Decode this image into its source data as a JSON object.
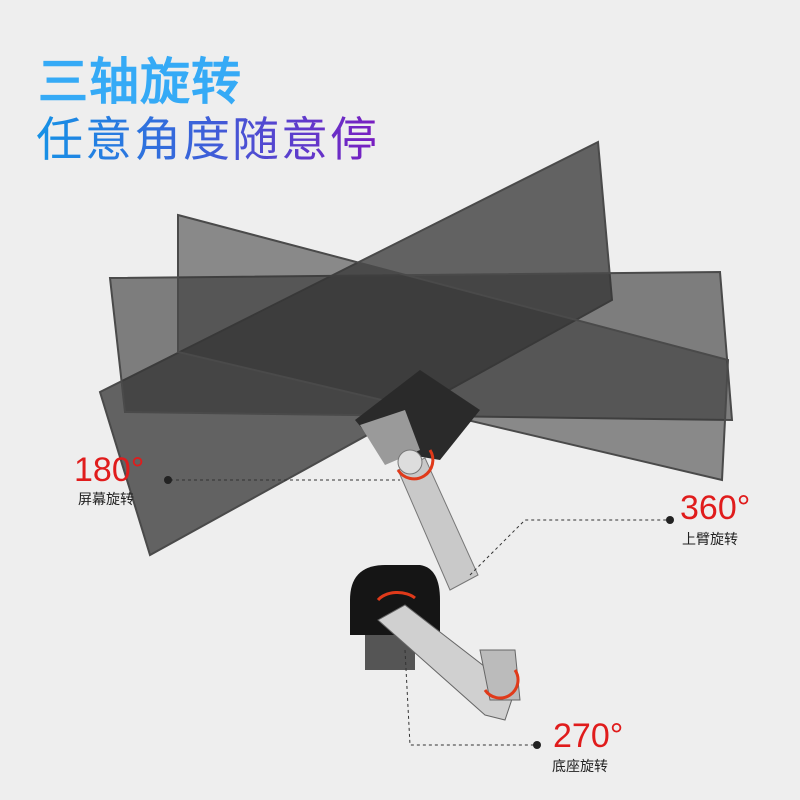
{
  "headline": {
    "line1": "三轴旋转",
    "line2": "任意角度随意停"
  },
  "callouts": [
    {
      "degrees": "180°",
      "label": "屏幕旋转"
    },
    {
      "degrees": "360°",
      "label": "上臂旋转"
    },
    {
      "degrees": "270°",
      "label": "底座旋转"
    }
  ],
  "colors": {
    "accent_red": "#e01c1c",
    "title_blue": "#35aaf6",
    "title_purple": "#7a1cc0",
    "background": "#eeeeee"
  }
}
